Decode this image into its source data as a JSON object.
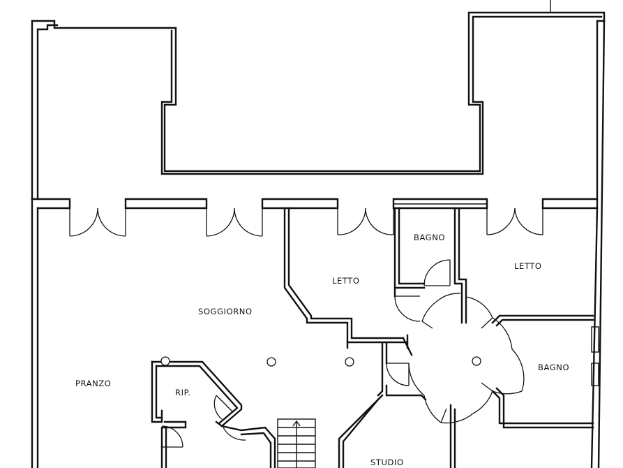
{
  "rooms": {
    "bagno_1": "BAGNO",
    "letto_1": "LETTO",
    "letto_2": "LETTO",
    "soggiorno": "SOGGIORNO",
    "pranzo": "PRANZO",
    "rip": "RIP.",
    "bagno_2": "BAGNO",
    "studio": "STUDIO"
  }
}
